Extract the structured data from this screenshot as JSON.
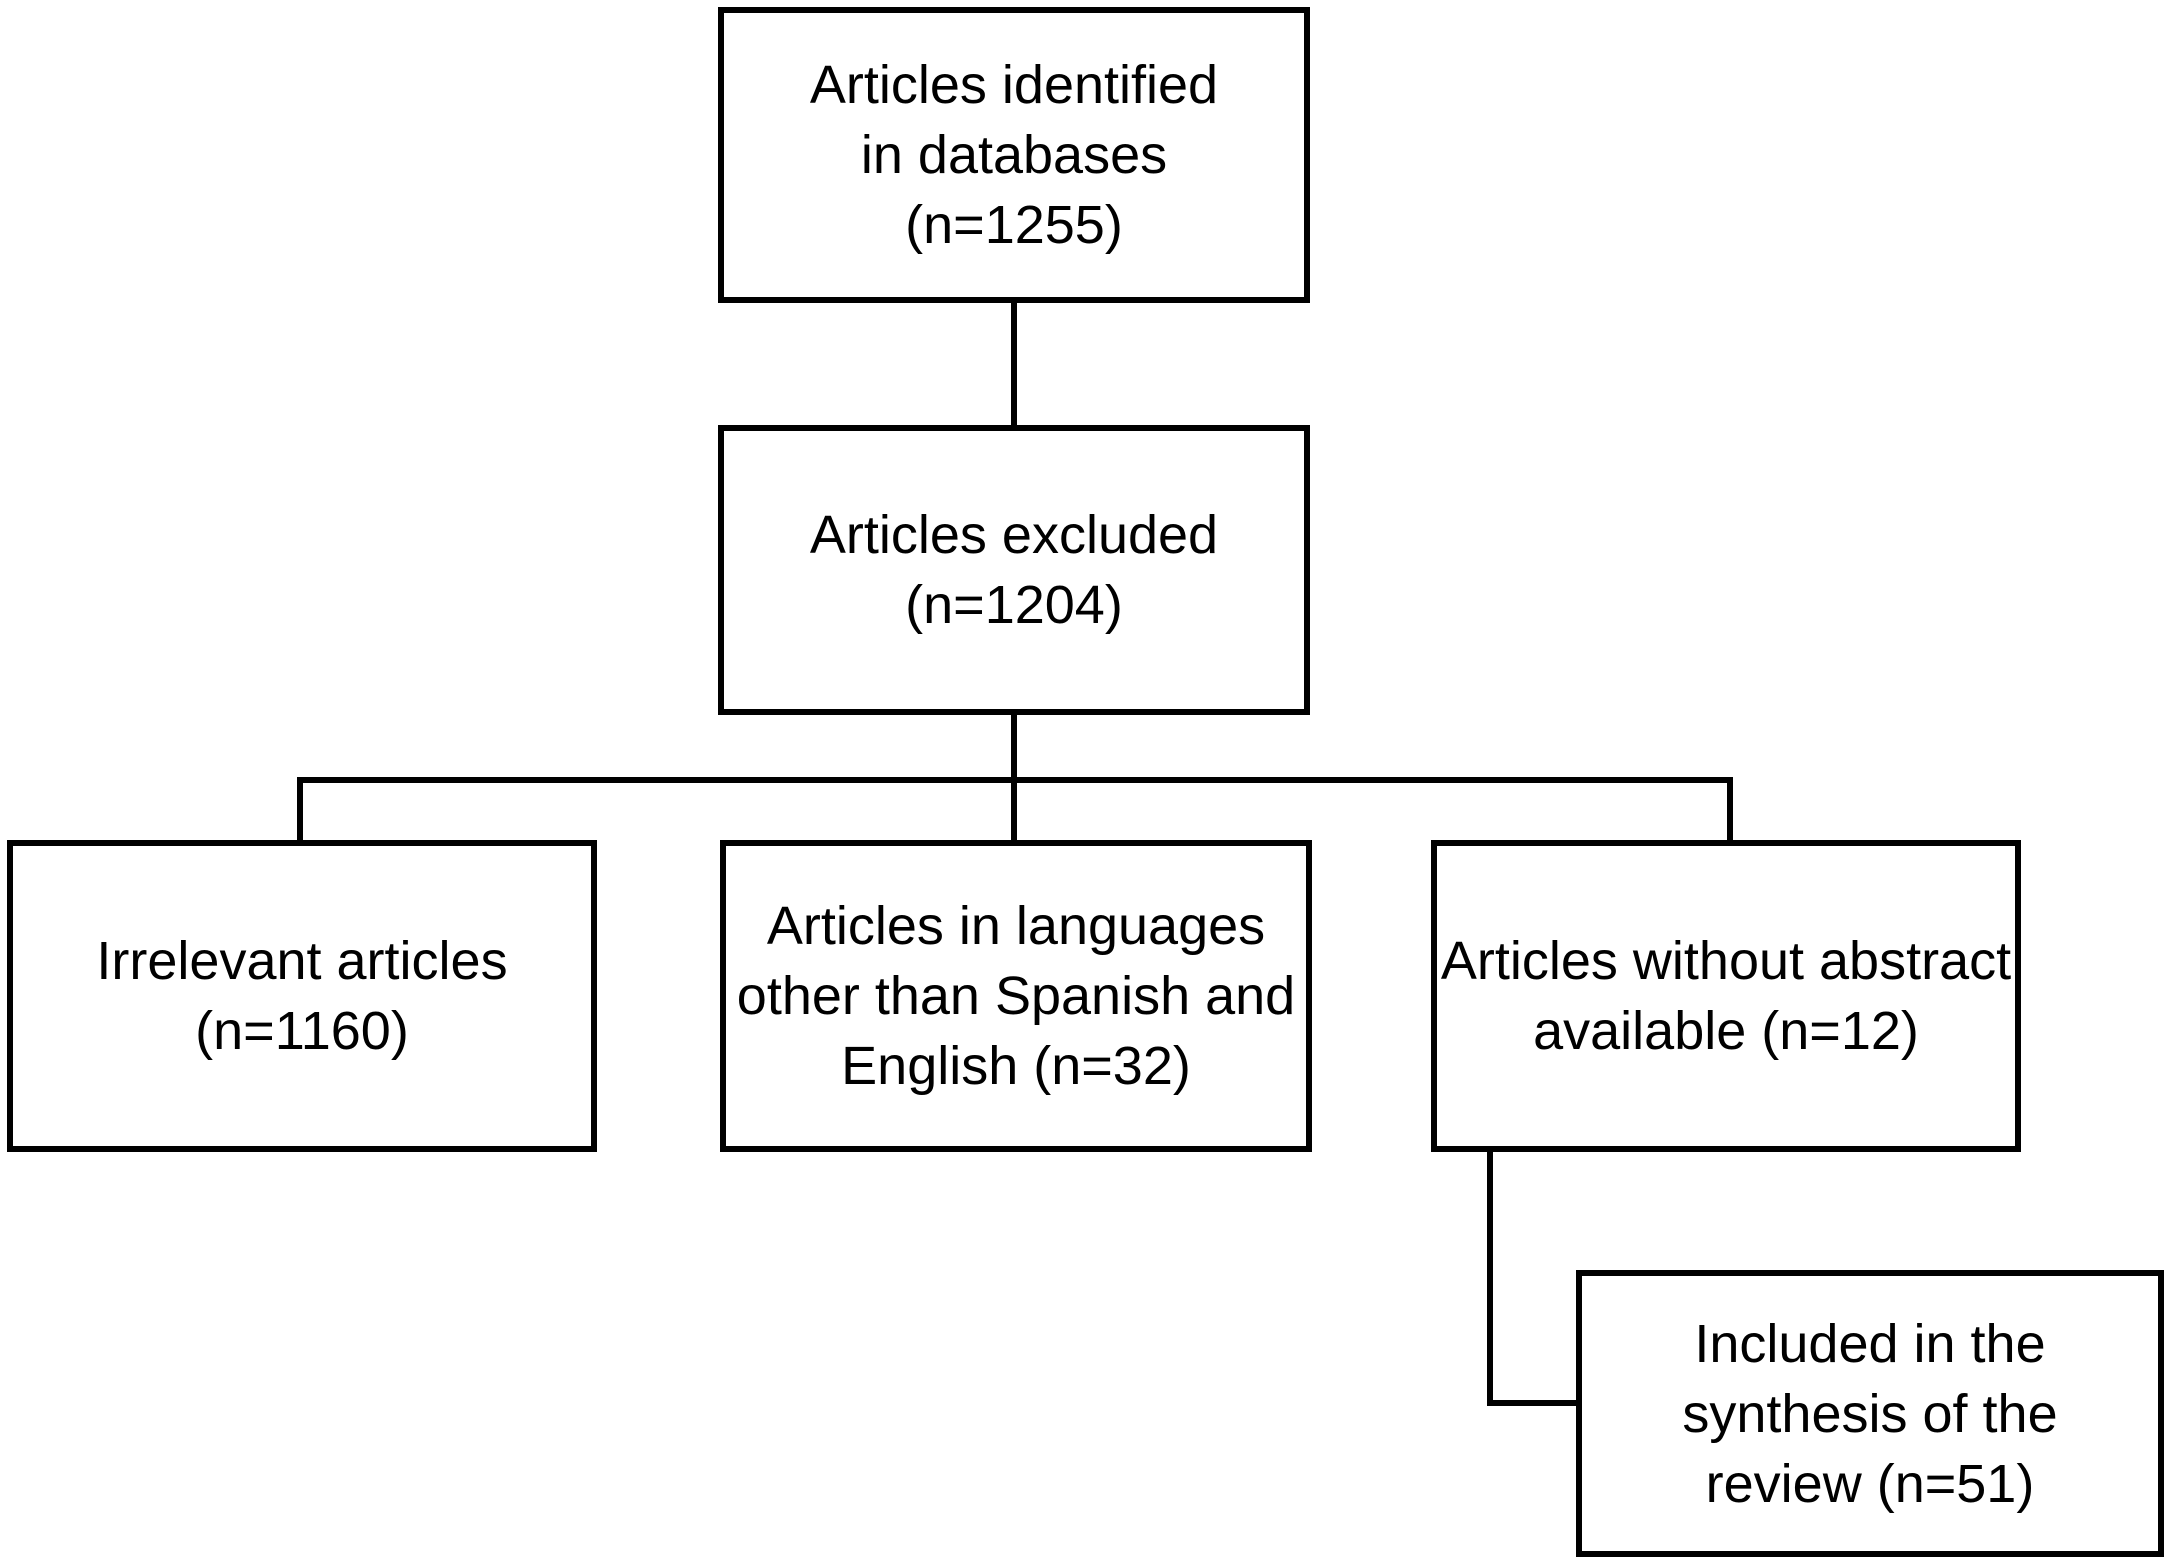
{
  "diagram_type": "flowchart",
  "colors": {
    "background": "#ffffff",
    "box_fill": "#ffffff",
    "box_border": "#000000",
    "text": "#000000",
    "connector": "#000000"
  },
  "nodes": {
    "identified": {
      "label": [
        "Articles identified",
        "in databases",
        "(n=1255)"
      ],
      "text": "Articles identified in databases (n=1255)",
      "n": 1255
    },
    "excluded": {
      "label": [
        "Articles excluded",
        "(n=1204)"
      ],
      "text": "Articles excluded (n=1204)",
      "n": 1204
    },
    "irrelevant": {
      "label": [
        "Irrelevant articles",
        "(n=1160)"
      ],
      "text": "Irrelevant articles (n=1160)",
      "n": 1160
    },
    "languages": {
      "label": [
        "Articles in languages",
        "other than Spanish and",
        "English (n=32)"
      ],
      "text": "Articles in languages other than Spanish and English (n=32)",
      "n": 32
    },
    "no_abstract": {
      "label": [
        "Articles without abstract",
        "available (n=12)"
      ],
      "text": "Articles without abstract available (n=12)",
      "n": 12
    },
    "included": {
      "label": [
        "Included in the",
        "synthesis of the",
        "review (n=51)"
      ],
      "text": "Included in the synthesis of the review (n=51)",
      "n": 51
    }
  },
  "edges": [
    {
      "from": "identified",
      "to": "excluded"
    },
    {
      "from": "excluded",
      "to": "irrelevant"
    },
    {
      "from": "excluded",
      "to": "languages"
    },
    {
      "from": "excluded",
      "to": "no_abstract"
    },
    {
      "from": "no_abstract",
      "to": "included"
    }
  ]
}
